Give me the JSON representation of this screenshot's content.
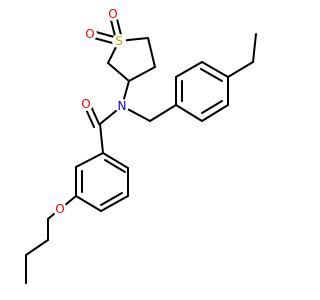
{
  "molecule": {
    "atoms": {
      "sulfur": "S",
      "sulfone_oxygen_1": "O",
      "sulfone_oxygen_2": "O",
      "amide_nitrogen": "N",
      "carbonyl_oxygen": "O",
      "ether_oxygen": "O"
    },
    "colors": {
      "bond": "#000000",
      "sulfur": "#b2b200",
      "oxygen": "#ff0000",
      "nitrogen": "#0000ff"
    }
  }
}
